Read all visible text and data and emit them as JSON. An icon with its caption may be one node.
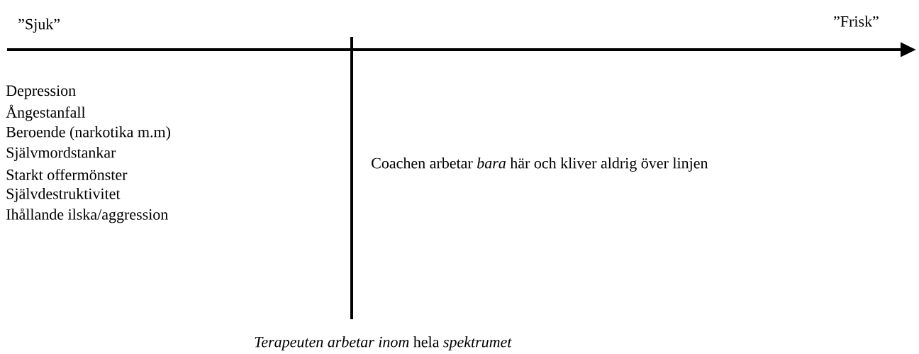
{
  "diagram": {
    "caption": "*Terapeuten arbetar inom* hela *spektrumet*",
    "labels": [
      "”Sjuk”",
      "”Frisk”",
      "Depression",
      "Ångestanfall",
      "Beroende (narkotika m.m)",
      "Självmordstankar",
      "Starkt offermönster",
      "Självdestruktivitet",
      "Ihållande ilska/aggression",
      "Coachen arbetar *bara* här och kliver aldrig över linjen"
    ]
  }
}
